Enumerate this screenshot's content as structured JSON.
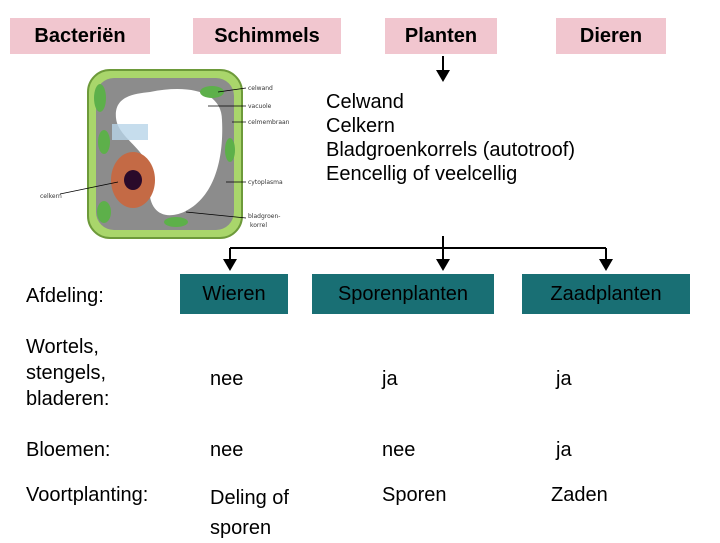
{
  "top_categories": [
    "Bacteriën",
    "Schimmels",
    "Planten",
    "Dieren"
  ],
  "plant_features": [
    "Celwand",
    "Celkern",
    "Bladgroenkorrels (autotroof)",
    "Eencellig of veelcellig"
  ],
  "cell_labels": {
    "celwand": "celwand",
    "vacuole": "vacuole",
    "celmembraan": "celmembraan",
    "cytoplasma": "cytoplasma",
    "celkern": "celkern",
    "bladgroen1": "bladgroen-",
    "bladgroen2": "korrel"
  },
  "table": {
    "header_label": "Afdeling:",
    "columns": [
      "Wieren",
      "Sporenplanten",
      "Zaadplanten"
    ],
    "rows": [
      {
        "label_lines": [
          "Wortels,",
          "stengels,",
          "bladeren:"
        ],
        "values": [
          "nee",
          "ja",
          "ja"
        ]
      },
      {
        "label_lines": [
          "Bloemen:"
        ],
        "values": [
          "nee",
          "nee",
          "ja"
        ]
      },
      {
        "label_lines": [
          "Voortplanting:"
        ],
        "values": [
          [
            "Deling of",
            "sporen"
          ],
          [
            "Sporen"
          ],
          [
            "Zaden"
          ]
        ]
      }
    ]
  },
  "colors": {
    "pink_box": "#f1c6cf",
    "teal_box": "#196f74",
    "cell_wall_green": "#a9d66b",
    "cytoplasm_gray": "#8c8c8c"
  }
}
